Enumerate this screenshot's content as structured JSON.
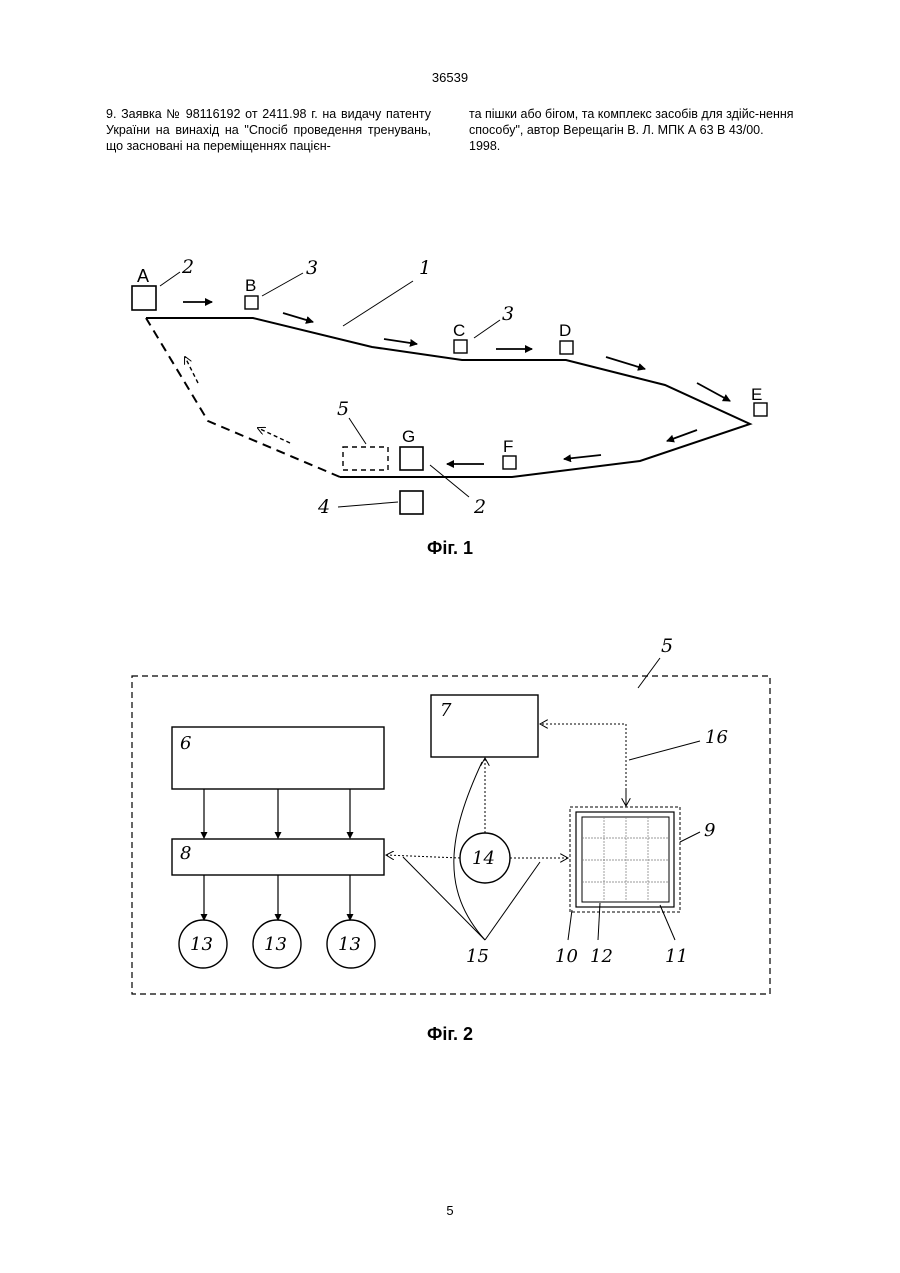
{
  "page": {
    "header_number": "36539",
    "footer_number": "5"
  },
  "text": {
    "left_column": "9. Заявка № 98116192 от 2411.98 г. на видачу патенту України на винахід на \"Спосіб проведення тренувань, що засновані на переміщеннях пацієн-",
    "right_column": "та пішки або бігом, та комплекс засобів для здійс-нення способу\", автор Верещагін В. Л. МПК А 63 В 43/00. 1998."
  },
  "figure1": {
    "caption": "Фіг. 1",
    "points": {
      "a": "A",
      "b": "B",
      "c": "C",
      "d": "D",
      "e": "E",
      "f": "F",
      "g": "G"
    },
    "numbers": {
      "n1": "1",
      "n2a": "2",
      "n2b": "2",
      "n3a": "3",
      "n3b": "3",
      "n4": "4",
      "n5": "5"
    }
  },
  "figure2": {
    "caption": "Фіг. 2",
    "labels": {
      "n5": "5",
      "n6": "6",
      "n7": "7",
      "n8": "8",
      "n9": "9",
      "n10": "10",
      "n11": "11",
      "n12": "12",
      "n13a": "13",
      "n13b": "13",
      "n13c": "13",
      "n14": "14",
      "n15": "15",
      "n16": "16"
    }
  }
}
